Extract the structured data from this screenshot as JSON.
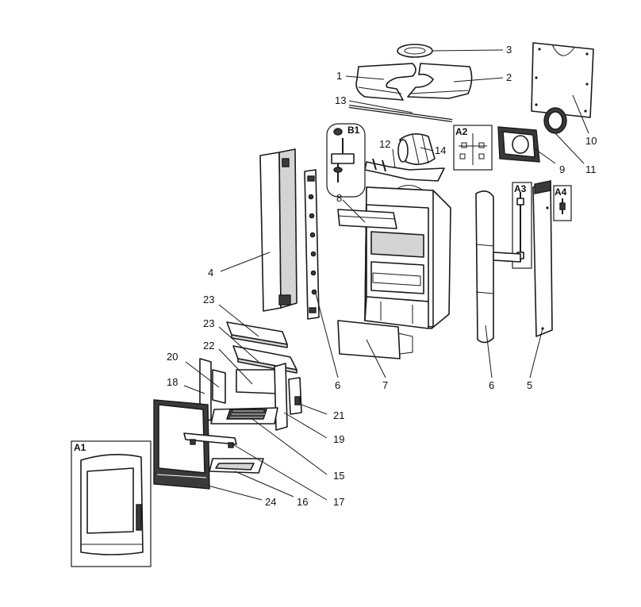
{
  "labels": {
    "p1": "1",
    "p2": "2",
    "p3": "3",
    "p4": "4",
    "p5": "5",
    "p6a": "6",
    "p6b": "6",
    "p7": "7",
    "p8": "8",
    "p9": "9",
    "p10": "10",
    "p11": "11",
    "p12": "12",
    "p13": "13",
    "p14": "14",
    "p15": "15",
    "p16": "16",
    "p17": "17",
    "p18": "18",
    "p19": "19",
    "p20": "20",
    "p21": "21",
    "p22": "22",
    "p23a": "23",
    "p23b": "23",
    "p24": "24"
  },
  "insets": {
    "a1": "A1",
    "a2": "A2",
    "a3": "A3",
    "a4": "A4",
    "b1": "B1"
  },
  "colors": {
    "line": "#1a1a1a",
    "fill": "#ffffff",
    "shade": "#d4d4d4"
  }
}
